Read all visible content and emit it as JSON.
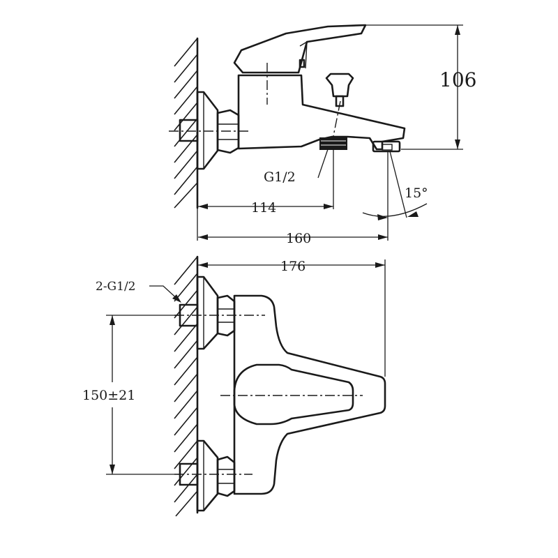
{
  "dimensions": {
    "height_106": "106",
    "inlet_thread": "G1/2",
    "spout_114": "114",
    "depth_160": "160",
    "width_176": "176",
    "dual_inlet": "2-G1/2",
    "centers": "150±21",
    "angle": "15°"
  }
}
